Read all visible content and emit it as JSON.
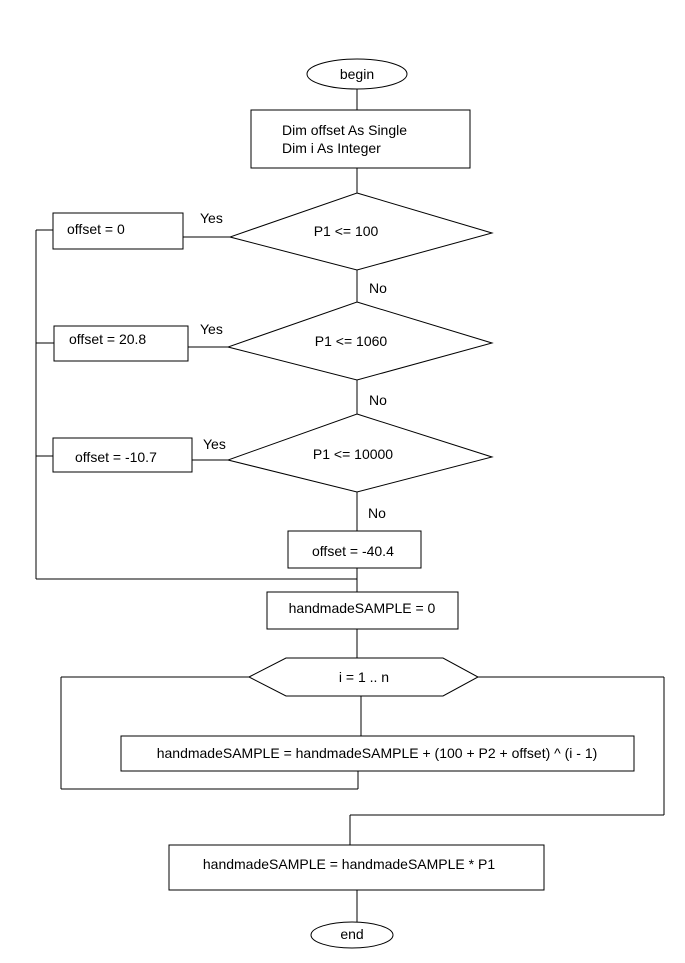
{
  "flowchart": {
    "begin": "begin",
    "end": "end",
    "declare": {
      "line1": "Dim offset As Single",
      "line2": "Dim i As Integer"
    },
    "decisions": [
      {
        "condition": "P1 <=  100",
        "yes_label": "Yes",
        "no_label": "No",
        "yes_action": "offset = 0"
      },
      {
        "condition": "P1 <=  1060",
        "yes_label": "Yes",
        "no_label": "No",
        "yes_action": "offset = 20.8"
      },
      {
        "condition": "P1 <= 10000",
        "yes_label": "Yes",
        "no_label": "No",
        "yes_action": "offset =  -10.7"
      }
    ],
    "else_action": "offset =  -40.4",
    "init": "handmadeSAMPLE = 0",
    "loop": "i = 1 .. n",
    "loop_body": "handmadeSAMPLE = handmadeSAMPLE + (100 + P2 + offset) ^ (i - 1)",
    "final": "handmadeSAMPLE = handmadeSAMPLE * P1"
  }
}
